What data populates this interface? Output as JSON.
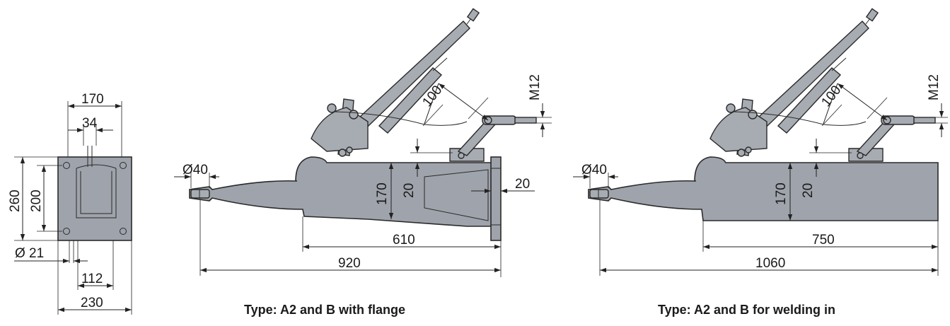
{
  "end_view": {
    "dim_width_outer": "170",
    "dim_width_inner": "34",
    "dim_height_outer": "260",
    "dim_height_inner": "200",
    "dim_hole": "Ø 21",
    "dim_hole_spacing": "112",
    "dim_base": "230"
  },
  "side_view_flange": {
    "dim_thread": "M12",
    "dim_lever": "100",
    "dim_coupling": "Ø40",
    "dim_height": "170",
    "dim_offset": "20",
    "dim_flange": "20",
    "dim_body_length": "610",
    "dim_total_length": "920",
    "caption": "Type: A2 and B with flange"
  },
  "side_view_welding": {
    "dim_thread": "M12",
    "dim_lever": "100",
    "dim_coupling": "Ø40",
    "dim_height": "170",
    "dim_offset": "20",
    "dim_body_length": "750",
    "dim_total_length": "1060",
    "caption": "Type: A2 and B for welding in"
  },
  "colors": {
    "part_fill": "#9fa3ab",
    "line": "#222222",
    "background": "#ffffff"
  }
}
